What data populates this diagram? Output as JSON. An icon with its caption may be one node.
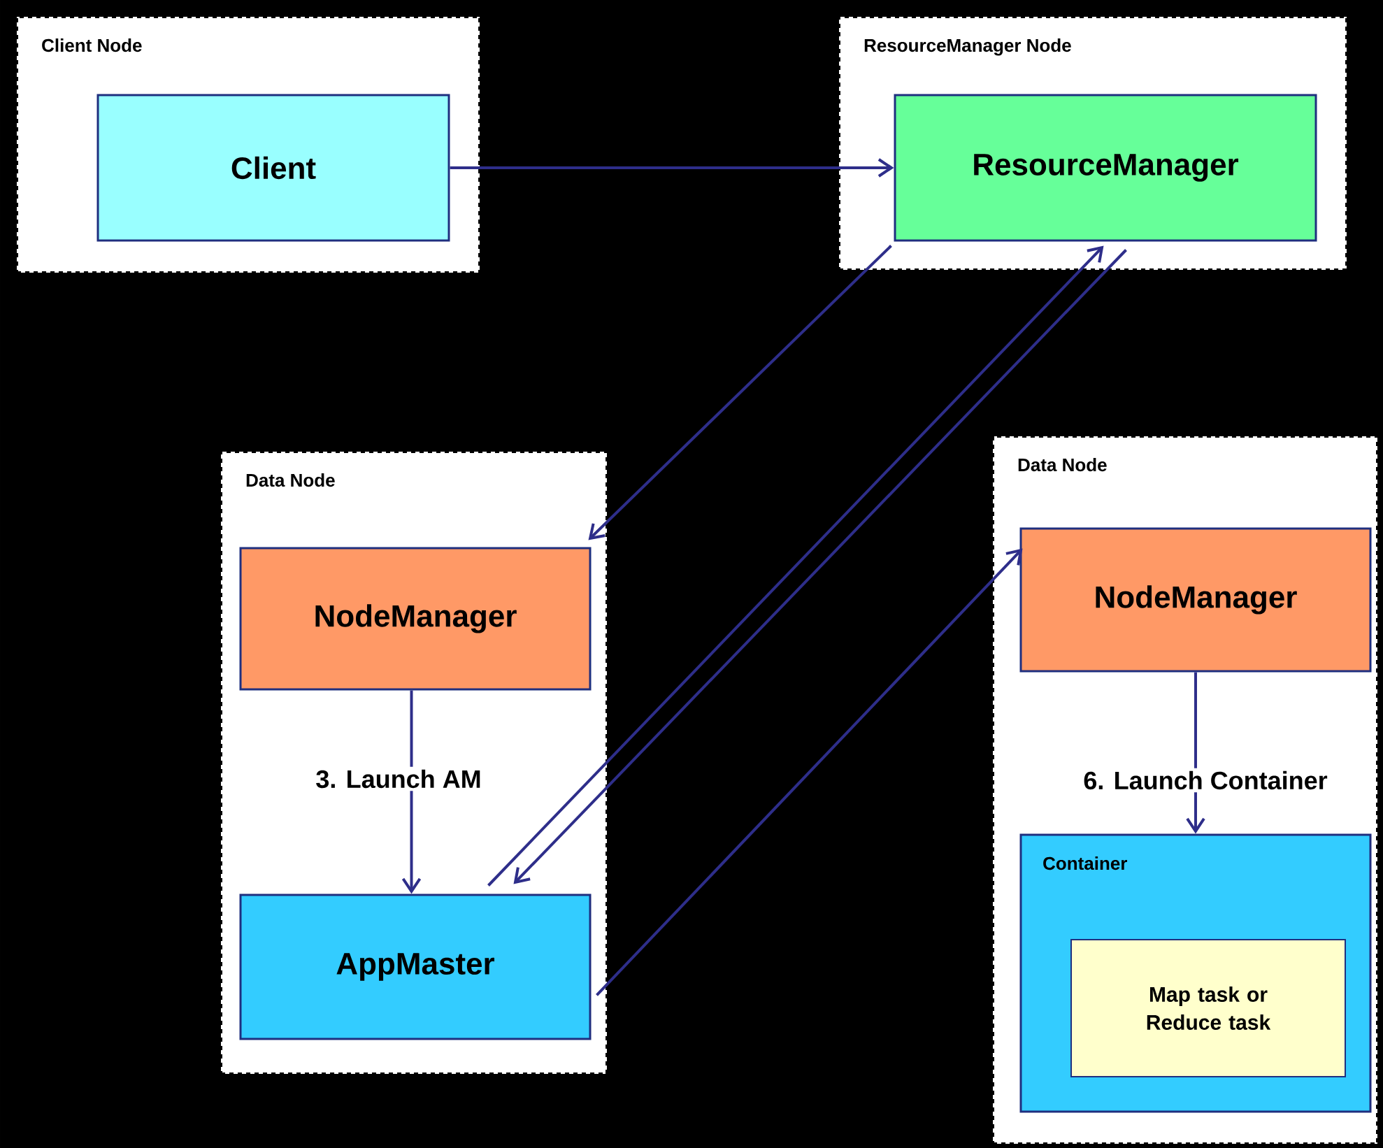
{
  "diagram": {
    "nodes": [
      {
        "text": [
          "Client Node"
        ]
      },
      {
        "text": [
          "Client"
        ],
        "in": 0
      },
      {
        "text": [
          "ResourceManager Node"
        ]
      },
      {
        "text": [
          "ResourceManager"
        ],
        "in": 2
      },
      {
        "text": [
          "Data Node"
        ]
      },
      {
        "text": [
          "NodeManager"
        ],
        "in": 4
      },
      {
        "text": [
          "AppMaster"
        ],
        "in": 4
      },
      {
        "text": [
          "Data Node"
        ]
      },
      {
        "text": [
          "NodeManager"
        ],
        "in": 7
      },
      {
        "text": [
          "Container"
        ],
        "in": 7
      },
      {
        "text": [
          "Map task or Reduce task"
        ],
        "in": 9
      }
    ],
    "edges": [
      {
        "from": 1,
        "to": 3,
        "arrow": "to"
      },
      {
        "from": 3,
        "to": 5,
        "arrow": "to"
      },
      {
        "from": 6,
        "to": 3,
        "arrow": "to"
      },
      {
        "from": 3,
        "to": 6,
        "arrow": "to"
      },
      {
        "from": 6,
        "to": 8,
        "arrow": "to"
      },
      {
        "from": 5,
        "to": 6,
        "arrow": "to",
        "label": "3. Launch AM"
      },
      {
        "from": 8,
        "to": 9,
        "arrow": "to",
        "label": "6. Launch Container"
      }
    ]
  }
}
